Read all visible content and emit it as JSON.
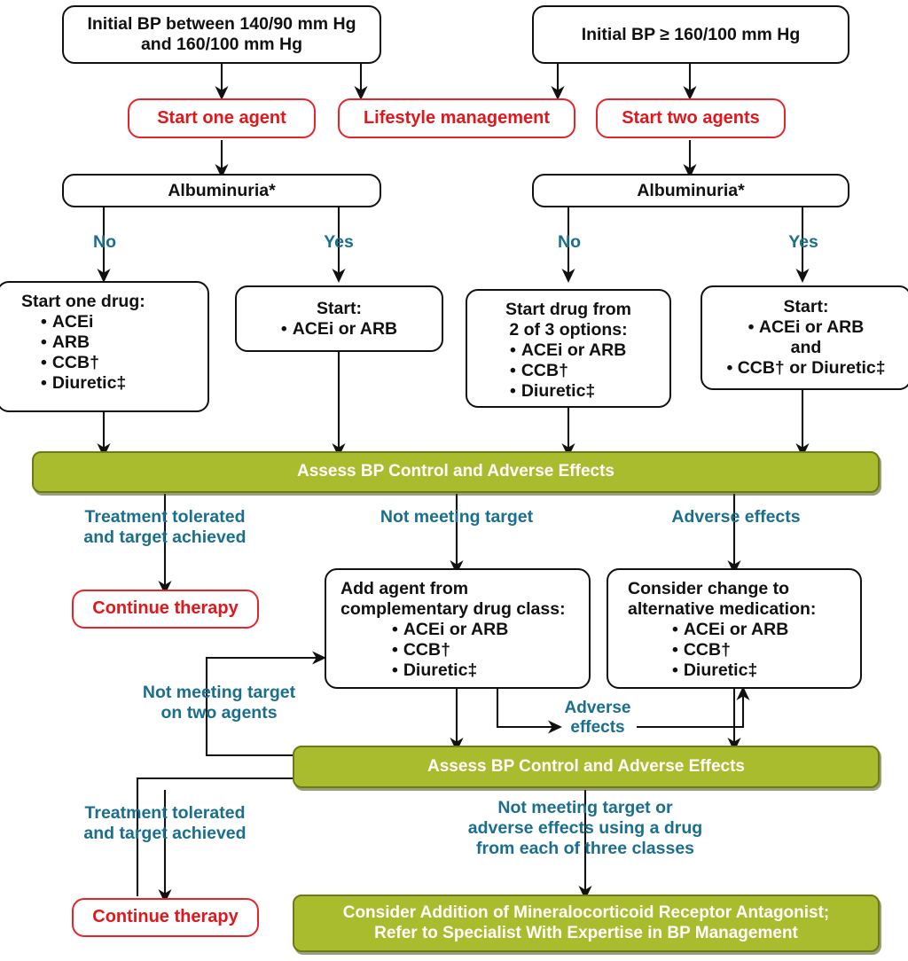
{
  "colors": {
    "black": "#111111",
    "red": "#e3161c",
    "green_fill": "#a8bc2e",
    "green_border": "#6e7a16",
    "teal": "#1a6e8e",
    "white": "#ffffff"
  },
  "nodes": {
    "initial_bp_low": "Initial BP between 140/90 mm Hg\nand 160/100 mm Hg",
    "initial_bp_high": "Initial BP ≥ 160/100 mm Hg",
    "start_one_agent": "Start one agent",
    "lifestyle_management": "Lifestyle management",
    "start_two_agents": "Start two agents",
    "albuminuria_left": "Albuminuria*",
    "albuminuria_right": "Albuminuria*",
    "continue_therapy_1": "Continue therapy",
    "continue_therapy_2": "Continue therapy",
    "assess_bar_1": "Assess BP Control and Adverse Effects",
    "assess_bar_2": "Assess BP Control and Adverse Effects",
    "final_bar": "Consider Addition of Mineralocorticoid Receptor Antagonist;\nRefer to Specialist With Expertise in BP Management"
  },
  "lists": {
    "start_one_drug": {
      "header": "Start one drug:",
      "items": [
        "ACEi",
        "ARB",
        "CCB†",
        "Diuretic‡"
      ]
    },
    "start_acei_arb": {
      "header": "Start:",
      "items": [
        "ACEi or ARB"
      ]
    },
    "start_two_of_three": {
      "header": "Start drug from\n2 of 3 options:",
      "items": [
        "ACEi or ARB",
        "CCB†",
        "Diuretic‡"
      ]
    },
    "start_combo": {
      "header": "Start:",
      "line1": "ACEi or ARB",
      "conjunction": "and",
      "line2": "CCB† or Diuretic‡"
    },
    "add_agent": {
      "header": "Add agent from\ncomplementary drug class:",
      "items": [
        "ACEi or ARB",
        "CCB†",
        "Diuretic‡"
      ]
    },
    "consider_change": {
      "header": "Consider change to\nalternative medication:",
      "items": [
        "ACEi or ARB",
        "CCB†",
        "Diuretic‡"
      ]
    }
  },
  "labels": {
    "no_left": "No",
    "yes_left": "Yes",
    "no_right": "No",
    "yes_right": "Yes",
    "tolerated_1": "Treatment tolerated\nand target achieved",
    "not_meeting_target": "Not meeting target",
    "adverse_effects_top": "Adverse effects",
    "adverse_effects_loop": "Adverse\neffects",
    "not_meeting_two_agents": "Not meeting target\non two agents",
    "tolerated_2": "Treatment tolerated\nand target achieved",
    "not_meeting_three": "Not meeting target or\nadverse effects using a drug\nfrom each of three classes"
  }
}
